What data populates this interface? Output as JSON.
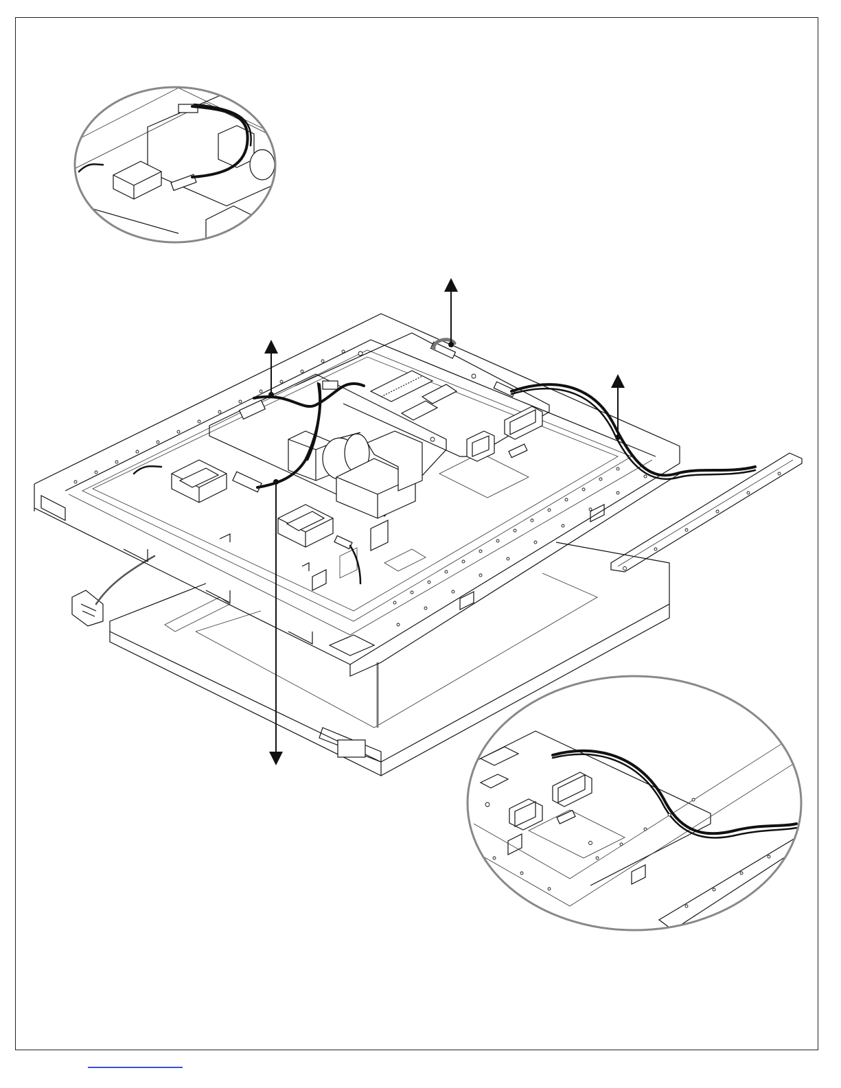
{
  "figure": {
    "kind": "exploded assembly line drawing",
    "callouts": [
      "detail-top-left",
      "detail-bottom-right"
    ],
    "arrows": [
      "up",
      "up",
      "up",
      "down"
    ],
    "colors": {
      "line": "#111111",
      "callout_ring": "#888888",
      "frame": "#222222",
      "link_underline": "#3a4fd8"
    }
  }
}
